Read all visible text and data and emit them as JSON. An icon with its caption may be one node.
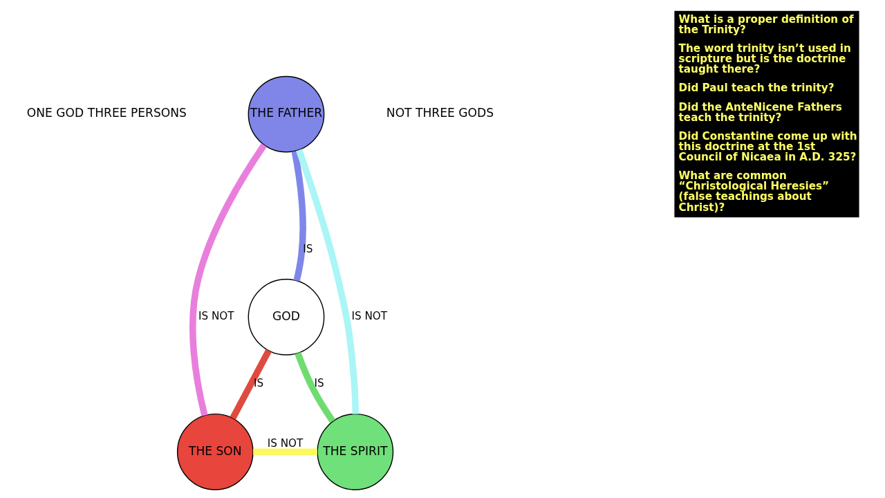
{
  "diagram": {
    "nodes": [
      {
        "text": [
          "THE FATHER"
        ]
      },
      {
        "text": [
          "GOD"
        ]
      },
      {
        "text": [
          "THE SON"
        ]
      },
      {
        "text": [
          "THE SPIRIT"
        ]
      }
    ],
    "edges": [
      {
        "from": 0,
        "to": 1,
        "arrow": "none",
        "label": "IS",
        "color": "#7f86e8"
      },
      {
        "from": 0,
        "to": 2,
        "arrow": "none",
        "label": "IS NOT",
        "color": "#e87fdc"
      },
      {
        "from": 0,
        "to": 3,
        "arrow": "none",
        "label": "IS NOT",
        "color": "#aaf5f5"
      },
      {
        "from": 2,
        "to": 1,
        "arrow": "none",
        "label": "IS",
        "color": "#e04a3f"
      },
      {
        "from": 3,
        "to": 1,
        "arrow": "none",
        "label": "IS",
        "color": "#6fdc6f"
      },
      {
        "from": 2,
        "to": 3,
        "arrow": "none",
        "label": "IS NOT",
        "color": "#fbf860"
      }
    ],
    "labels": [
      "ONE GOD THREE PERSONS",
      "NOT THREE GODS",
      "What is a proper definition of the Trinity?",
      "The word trinity isn’t used in scripture but is the doctrine taught there?",
      "Did Paul teach the trinity?",
      "Did the AnteNicene Fathers teach the trinity?",
      "Did Constantine come up with this doctrine at the 1st Council of Nicaea in A.D. 325?",
      "What are common “Christological Heresies” (false teachings about Christ)?"
    ]
  }
}
